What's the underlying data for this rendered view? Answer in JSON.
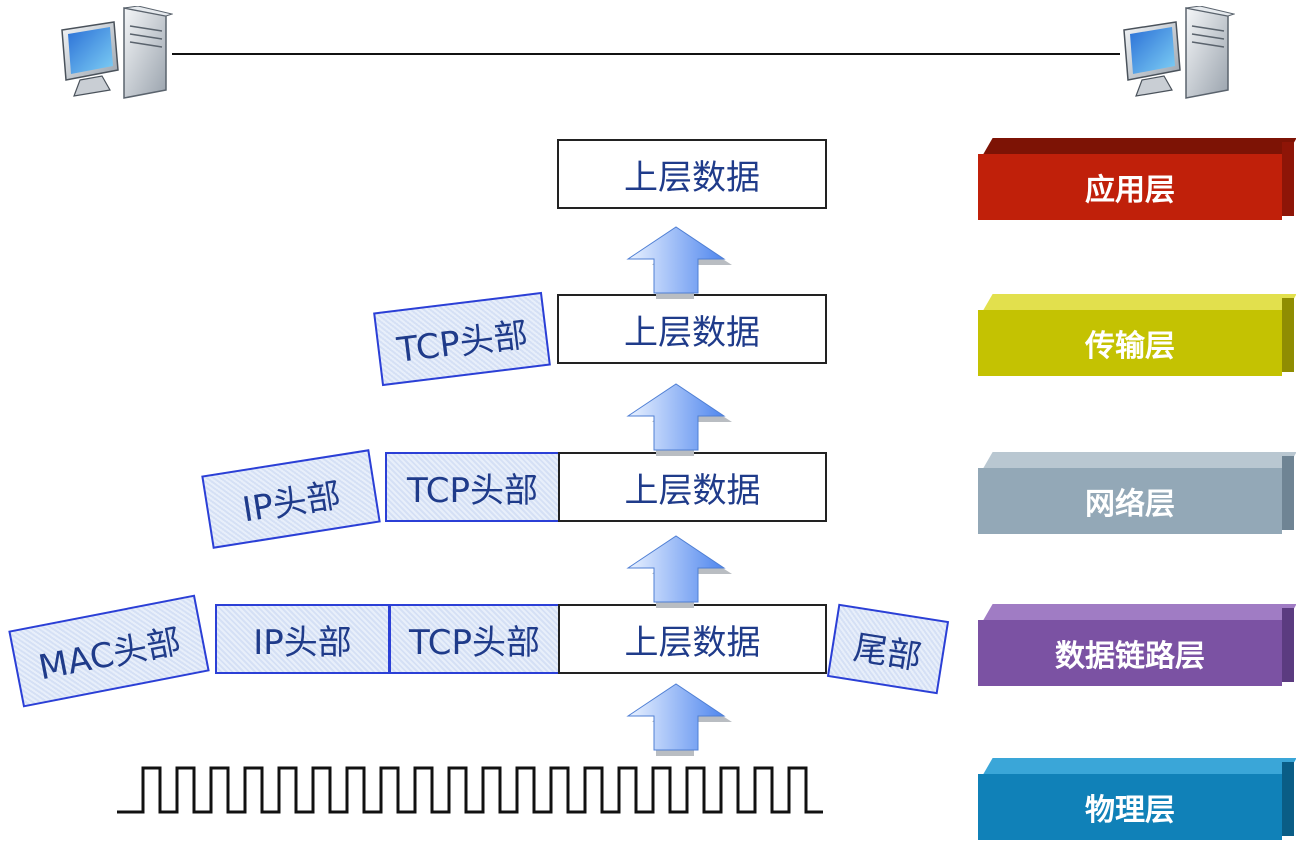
{
  "data_label": "上层数据",
  "tcp_header": "TCP头部",
  "ip_header": "IP头部",
  "mac_header": "MAC头部",
  "trailer": "尾部",
  "layers": {
    "application": "应用层",
    "transport": "传输层",
    "network": "网络层",
    "datalink": "数据链路层",
    "physical": "物理层"
  },
  "colors": {
    "application": "#c0200a",
    "transport": "#c4c202",
    "network": "#93a8b7",
    "datalink": "#7b52a3",
    "physical": "#1081b8",
    "header_border": "#2b3fd6",
    "text": "#1f3b8a"
  },
  "icons": [
    "computer-icon",
    "computer-icon",
    "up-arrow-icon",
    "square-wave-signal"
  ]
}
